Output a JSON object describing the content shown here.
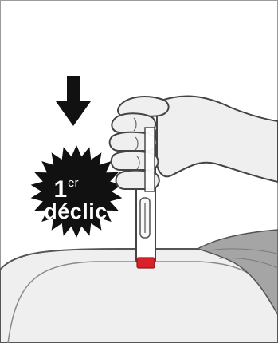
{
  "illustration": {
    "badge": {
      "number": "1",
      "ordinal_suffix": "er",
      "word": "déclic"
    },
    "icons": {
      "arrow": "down-arrow-icon",
      "starburst": "starburst-badge",
      "hand": "hand-icon",
      "pen": "auto-injector-pen-icon"
    },
    "colors": {
      "outline": "#4a4a4a",
      "fill_grey": "#efefef",
      "shade_grey": "#cccccc",
      "badge": "#111111",
      "needle_guard_red": "#d7202a",
      "background": "#ffffff"
    }
  }
}
